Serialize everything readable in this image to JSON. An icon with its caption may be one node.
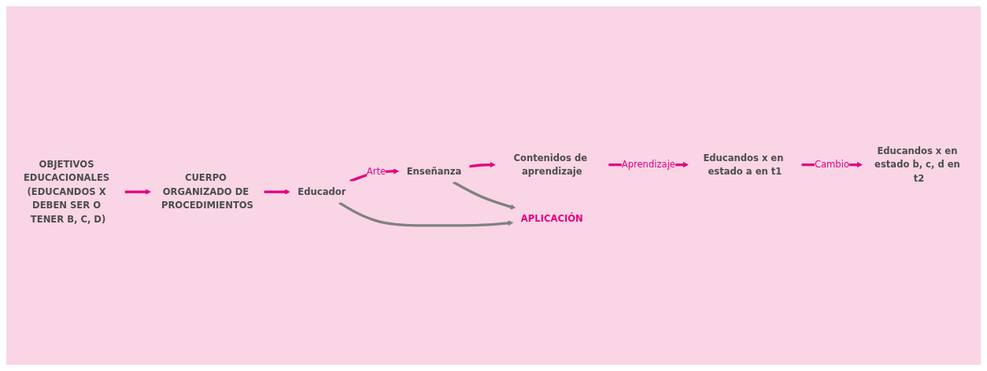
{
  "diagram": {
    "nodes": [
      {
        "text": [
          "OBJETIVOS EDUCACIONALES (EDUCANDOS X DEBEN SER O TENER B, C, D)"
        ]
      },
      {
        "text": [
          "CUERPO ORGANIZADO DE PROCEDIMIENTOS"
        ]
      },
      {
        "text": [
          "Educador"
        ]
      },
      {
        "text": [
          "Enseñanza"
        ]
      },
      {
        "text": [
          "Contenidos de aprendizaje"
        ]
      },
      {
        "text": [
          "Educandos x en estado a en t1"
        ]
      },
      {
        "text": [
          "Educandos x en estado b, c, d en t2"
        ]
      },
      {
        "text": [
          "APLICACIÓN"
        ]
      }
    ],
    "edges": [
      {
        "from": 0,
        "to": 1,
        "arrow": "to"
      },
      {
        "from": 1,
        "to": 2,
        "arrow": "to"
      },
      {
        "from": 2,
        "to": 3,
        "arrow": "to",
        "label": "Arte"
      },
      {
        "from": 3,
        "to": 4,
        "arrow": "to"
      },
      {
        "from": 4,
        "to": 5,
        "arrow": "to",
        "label": "Aprendizaje"
      },
      {
        "from": 5,
        "to": 6,
        "arrow": "to",
        "label": "Cambio"
      },
      {
        "from": 2,
        "to": 7,
        "arrow": "to",
        "color": "#808080"
      },
      {
        "from": 3,
        "to": 7,
        "arrow": "to",
        "color": "#808080"
      }
    ]
  }
}
